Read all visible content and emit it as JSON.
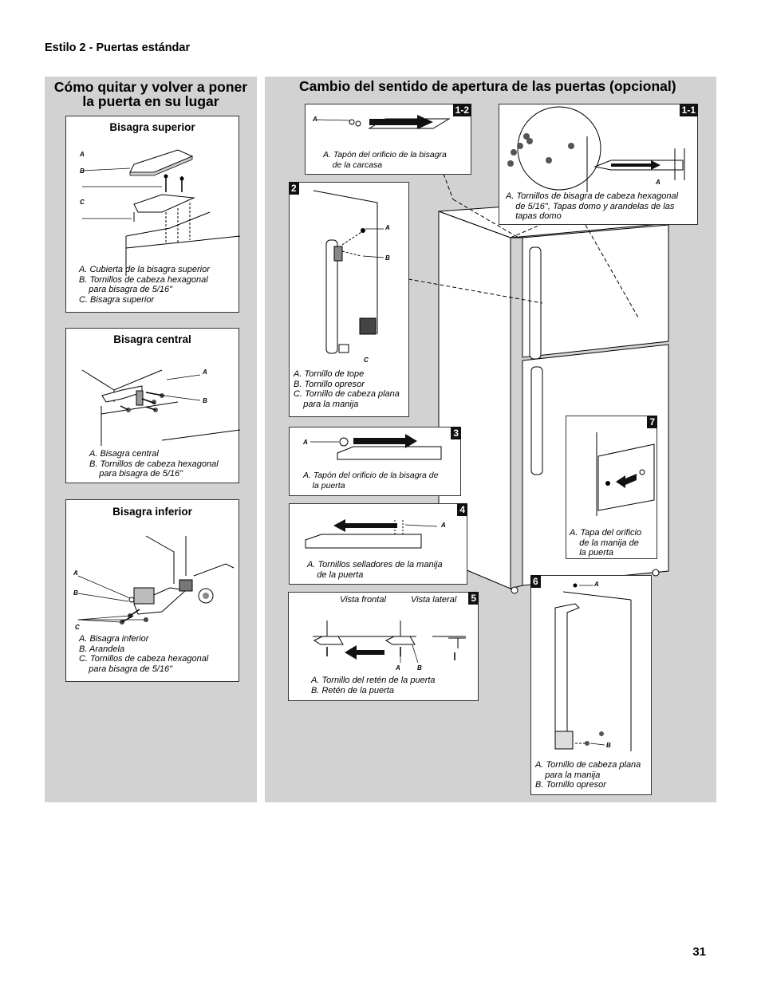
{
  "header": {
    "section_label": "Estilo 2 - Puertas estándar"
  },
  "left": {
    "heading_line1": "Cómo quitar y volver a poner",
    "heading_line2": "la puerta en su lugar",
    "boxes": [
      {
        "title": "Bisagra superior",
        "captions": [
          "A. Cubierta de la bisagra superior",
          "B. Tornillos de cabeza hexagonal",
          "    para bisagra de 5/16\"",
          "C. Bisagra superior"
        ],
        "letters": [
          "A",
          "B",
          "C"
        ]
      },
      {
        "title": "Bisagra central",
        "captions": [
          "A. Bisagra central",
          "B. Tornillos de cabeza hexagonal",
          "    para bisagra de 5/16\""
        ],
        "letters": [
          "A",
          "B"
        ]
      },
      {
        "title": "Bisagra inferior",
        "captions": [
          "A. Bisagra inferior",
          "B. Arandela",
          "C. Tornillos de cabeza hexagonal",
          "    para bisagra de 5/16\""
        ],
        "letters": [
          "A",
          "B",
          "C"
        ]
      }
    ]
  },
  "right": {
    "heading": "Cambio del sentido de apertura de las puertas (opcional)",
    "steps": [
      {
        "badge": "1-2",
        "captions": [
          "A. Tapón del orificio de la bisagra",
          "    de la carcasa"
        ],
        "letters": [
          "A"
        ]
      },
      {
        "badge": "1-1",
        "captions": [
          "A. Tornillos de bisagra de cabeza hexagonal",
          "    de 5/16\", Tapas domo y arandelas de las",
          "    tapas domo"
        ],
        "letters": [
          "A"
        ]
      },
      {
        "badge": "2",
        "captions": [
          "A. Tornillo de tope",
          "B. Tornillo opresor",
          "C. Tornillo de cabeza plana",
          "    para la manija"
        ],
        "letters": [
          "A",
          "B",
          "C"
        ]
      },
      {
        "badge": "3",
        "captions": [
          "A. Tapón del orificio de la bisagra de",
          "    la puerta"
        ],
        "letters": [
          "A"
        ]
      },
      {
        "badge": "4",
        "captions": [
          "A. Tornillos selladores de la manija",
          "    de la puerta"
        ],
        "letters": [
          "A"
        ]
      },
      {
        "badge": "5",
        "captions": [
          "A. Tornillo del retén de la puerta",
          "B. Retén de la puerta"
        ],
        "letters": [
          "A",
          "B"
        ],
        "view_front": "Vista frontal",
        "view_side": "Vista lateral"
      },
      {
        "badge": "7",
        "captions": [
          "A. Tapa del orificio",
          "    de la manija de",
          "    la puerta"
        ]
      },
      {
        "badge": "6",
        "captions": [
          "A. Tornillo de cabeza plana",
          "    para la manija",
          "B. Tornillo opresor"
        ],
        "letters": [
          "A",
          "B"
        ]
      }
    ]
  },
  "footer": {
    "page_number": "31"
  }
}
